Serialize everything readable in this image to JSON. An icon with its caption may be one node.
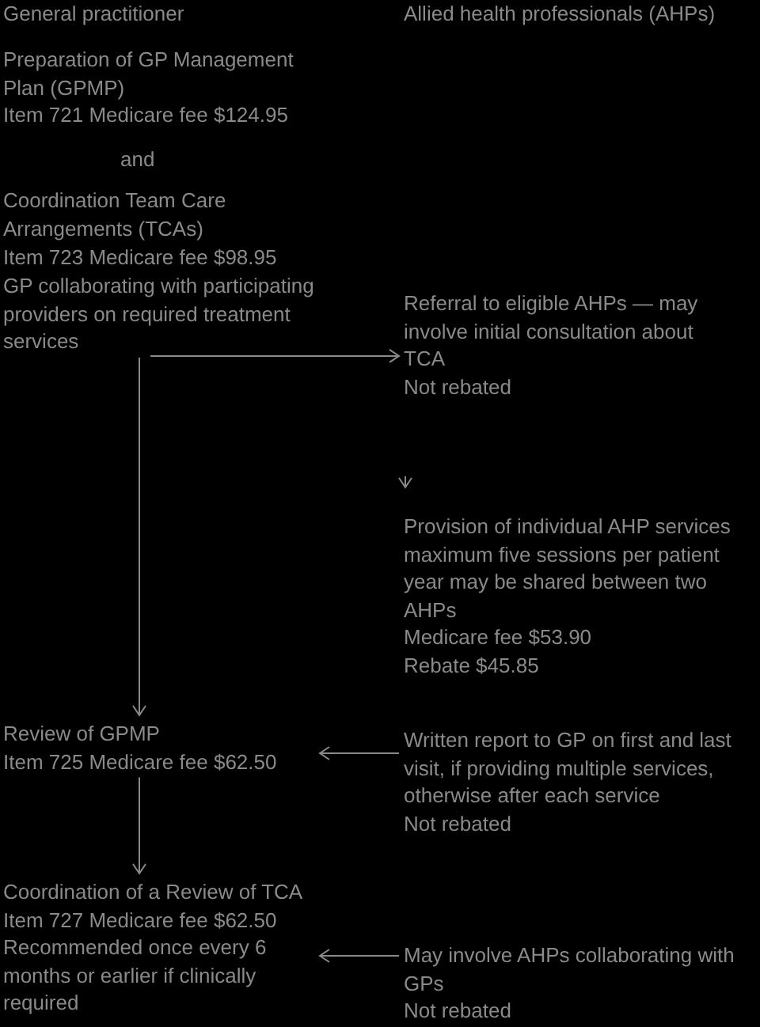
{
  "diagram": {
    "nodes": [
      {
        "text": [
          "Preparation of GP Management Plan (GPMP)",
          "Item 721 Medicare fee $124.95",
          "and",
          "Coordination Team Care Arrangements (TCAs)",
          "Item 723 Medicare fee $98.95",
          "GP collaborating with participating providers on required treatment services"
        ]
      },
      {
        "text": [
          "Referral to eligible AHPs — may involve initial consultation about TCA",
          "Not rebated"
        ]
      },
      {
        "text": [
          "Provision of individual AHP services maximum five sessions per patient year may be shared between two AHPs",
          "Medicare fee $53.90",
          "Rebate $45.85"
        ]
      },
      {
        "text": [
          "Review of GPMP",
          "Item 725 Medicare fee $62.50"
        ]
      },
      {
        "text": [
          "Written report to GP on first and last visit, if providing multiple services, otherwise after each service",
          "Not rebated"
        ]
      },
      {
        "text": [
          "Coordination of a Review of TCA",
          "Item 727 Medicare fee $62.50",
          "Recommended once every 6 months or earlier if clinically required"
        ]
      },
      {
        "text": [
          "May involve AHPs collaborating with GPs",
          "Not rebated"
        ]
      }
    ],
    "edges": [
      {
        "from": 0,
        "to": 1,
        "arrow": "to"
      },
      {
        "from": null,
        "to": 2,
        "arrow": "to"
      },
      {
        "from": 0,
        "to": 3,
        "arrow": "to"
      },
      {
        "from": 4,
        "to": 3,
        "arrow": "to"
      },
      {
        "from": 3,
        "to": 5,
        "arrow": "to"
      },
      {
        "from": 6,
        "to": 5,
        "arrow": "to"
      }
    ],
    "labels": [
      "General practitioner",
      "Allied health professionals (AHPs)"
    ]
  }
}
